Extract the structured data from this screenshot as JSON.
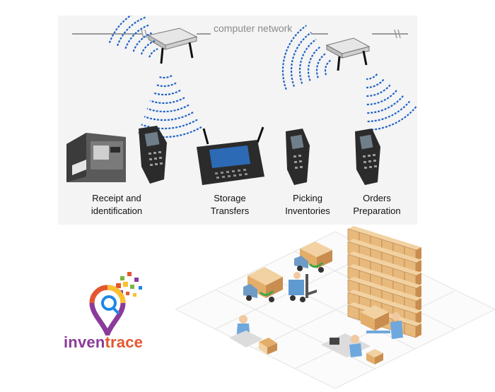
{
  "network": {
    "label": "computer network",
    "access_points": 2
  },
  "stages": [
    {
      "line1": "Receipt and",
      "line2": "identification"
    },
    {
      "line1": "Storage",
      "line2": "Transfers"
    },
    {
      "line1": "Picking",
      "line2": "Inventories"
    },
    {
      "line1": "Orders",
      "line2": "Preparation"
    }
  ],
  "brand": {
    "part1": "inven",
    "part2": "trace",
    "colors": {
      "purple": "#8a3a9a",
      "orange": "#e4572e",
      "green": "#7cb342",
      "blue": "#1e88e5",
      "yellow": "#fbc02d"
    }
  },
  "colors": {
    "wave": "#1e63c8",
    "device": "#2b2b2b",
    "box": "#e8b97c",
    "box_dark": "#c98d4f"
  }
}
